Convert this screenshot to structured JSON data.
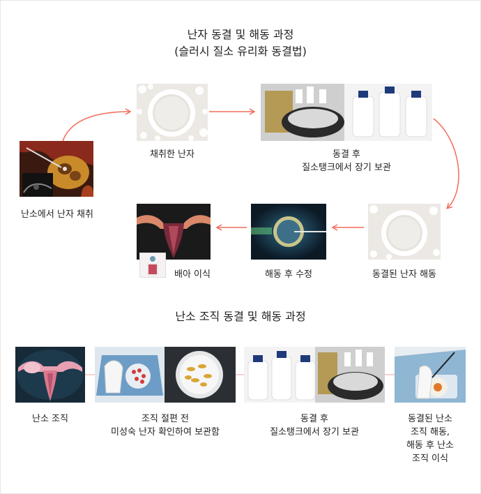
{
  "section1": {
    "title_line1": "난자 동결 및 해동 과정",
    "title_line2": "(슬러시 질소 유리화 동결법)",
    "steps": {
      "retrieval": "난소에서 난자 채취",
      "collected": "채취한 난자",
      "storage_line1": "동결 후",
      "storage_line2": "질소탱크에서 장기 보관",
      "thaw": "동결된 난자 해동",
      "fertilize": "해동 후 수정",
      "transfer": "배아 이식"
    }
  },
  "section2": {
    "title": "난소 조직 동결 및 해동 과정",
    "steps": {
      "tissue": "난소 조직",
      "section_line1": "조직 절편 전",
      "section_line2": "미성숙 난자 확인하여 보관함",
      "storage_line1": "동결 후",
      "storage_line2": "질소탱크에서 장기 보관",
      "transplant_line1": "동결된 난소",
      "transplant_line2": "조직 해동,",
      "transplant_line3": "해동 후 난소",
      "transplant_line4": "조직 이식"
    }
  },
  "colors": {
    "arrow": "#f26b5b",
    "connector": "#e8a49b"
  }
}
